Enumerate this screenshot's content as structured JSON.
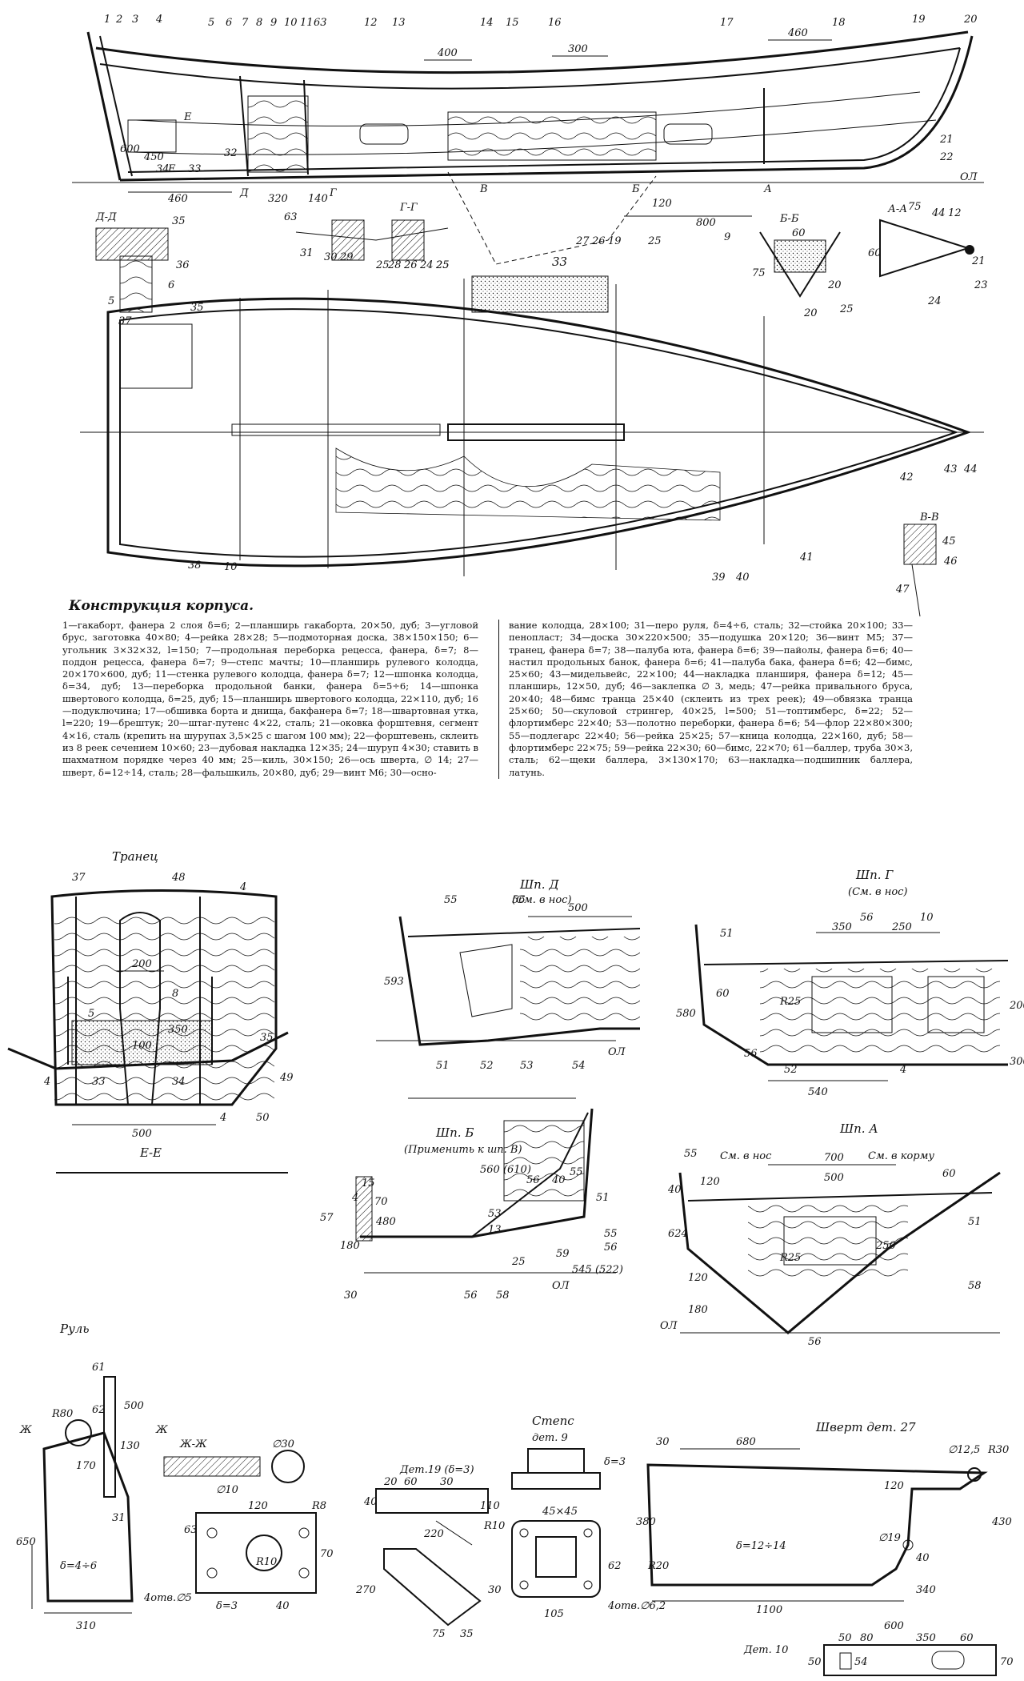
{
  "title": "Конструкция корпуса.",
  "legend": {
    "col1": "1—гакаборт, фанера 2 слоя δ=6; 2—планширь гакаборта, 20×50, дуб; 3—угловой брус, заготовка 40×80; 4—рейка 28×28; 5—подмоторная доска, 38×150×150; 6—угольник 3×32×32, l=150; 7—продольная переборка рецесса, фанера, δ=7; 8—поддон рецесса, фанера δ=7; 9—степс мачты; 10—планширь рулевого колодца, 20×170×600, дуб; 11—стенка рулевого колодца, фанера δ=7; 12—шпонка колодца, δ=34, дуб; 13—переборка продольной банки, фанера δ=5÷6; 14—шпонка швертового колодца, δ=25, дуб; 15—планширь швертового колодца, 22×110, дуб; 16—подуключина; 17—обшивка борта и днища, бакфанера δ=7; 18—швартовная утка, l=220; 19—брештук; 20—штаг-путенс 4×22, сталь; 21—оковка форштевня, сегмент 4×16, сталь (крепить на шурупах 3,5×25 с шагом 100 мм); 22—форштевень, склеить из 8 реек сечением 10×60; 23—дубовая накладка 12×35; 24—шуруп 4×30; ставить в шахматном порядке через 40 мм; 25—киль, 30×150; 26—ось шверта, ∅ 14; 27—шверт, δ=12÷14, сталь; 28—фальшкиль, 20×80, дуб; 29—винт М6; 30—осно-",
    "col2": "вание колодца, 28×100; 31—перо руля, δ=4÷6, сталь; 32—стойка 20×100; 33—пенопласт; 34—доска 30×220×500; 35—подушка 20×120; 36—винт М5; 37—транец, фанера δ=7; 38—палуба юта, фанера δ=6; 39—пайолы, фанера δ=6; 40—настил продольных банок, фанера δ=6; 41—палуба бака, фанера δ=6; 42—бимс, 25×60; 43—мидельвейс, 22×100; 44—накладка планширя, фанера δ=12; 45—планширь, 12×50, дуб; 46—заклепка ∅ 3, медь; 47—рейка привального бруса, 20×40; 48—бимс транца 25×40 (склеить из трех реек); 49—обвязка транца 25×60; 50—скуловой стрингер, 40×25, l=500; 51—топтимберс, δ=22; 52—флортимберс 22×40; 53—полотно переборки, фанера δ=6; 54—флор 22×80×300; 55—подлегарс 22×40; 56—рейка 25×25; 57—кница колодца, 22×160, дуб; 58—флортимберс 22×75; 59—рейка 22×30; 60—бимс, 22×70; 61—баллер, труба 30×3, сталь; 62—щеки баллера, 3×130×170; 63—накладка—подшипник баллера, латунь."
  },
  "views": {
    "tranets": "Транец",
    "sh_d": "Шп. Д",
    "sh_d_sub": "(См. в нос)",
    "sh_g": "Шп. Г",
    "sh_g_sub": "(См. в нос)",
    "e_e": "Е-Е",
    "sh_b": "Шп. Б",
    "sh_b_sub": "(Применить к шп. В)",
    "sh_a": "Шп. А",
    "sh_a_nos": "См. в нос",
    "sh_a_korm": "См. в корму",
    "rul": "Руль",
    "zh_zh": "Ж-Ж",
    "det19": "Дет.19 (δ=3)",
    "steps": "Степс",
    "det9": "дет. 9",
    "shvert": "Шверт дет. 27",
    "det10": "Дет. 10",
    "d_d": "Д-Д",
    "g_g": "Г-Г",
    "b_b": "Б-Б",
    "a_a": "А-А",
    "v_v": "В-В"
  },
  "labels": {
    "ol": "ОЛ",
    "d_top": [
      "400",
      "300",
      "460",
      "600",
      "450",
      "460",
      "320",
      "140",
      "120",
      "800",
      "75",
      "44",
      "12",
      "60",
      "60",
      "20",
      "25",
      "25",
      "20",
      "25",
      "75"
    ],
    "tr": [
      "37",
      "48",
      "4",
      "200",
      "350",
      "100",
      "500",
      "4",
      "49",
      "50"
    ],
    "shd": [
      "55",
      "56",
      "500",
      "593",
      "51",
      "52",
      "53",
      "54"
    ],
    "shg": [
      "56",
      "350",
      "250",
      "10",
      "51",
      "60",
      "R25",
      "580",
      "200",
      "300",
      "540",
      "56",
      "52",
      "4"
    ],
    "ee": [
      "5",
      "8",
      "4",
      "33",
      "34",
      "35"
    ],
    "shb": [
      "560 (610)",
      "55",
      "15",
      "4",
      "70",
      "56",
      "40",
      "51",
      "57",
      "480",
      "53",
      "13",
      "55",
      "56",
      "545 (522)",
      "25",
      "59",
      "180",
      "30",
      "56",
      "58"
    ],
    "sha": [
      "55",
      "700",
      "500",
      "120",
      "60",
      "40",
      "R25",
      "250",
      "624",
      "120",
      "180",
      "51",
      "58",
      "56"
    ],
    "rul": [
      "61",
      "62",
      "R80",
      "Ж",
      "130",
      "170",
      "500",
      "650",
      "31",
      "δ=4÷6",
      "310",
      "∅30",
      "∅10",
      "Ж"
    ],
    "det": [
      "20",
      "60",
      "30",
      "40",
      "110",
      "220",
      "120",
      "R8",
      "63",
      "R10",
      "70",
      "40",
      "4отв.∅5",
      "δ=3",
      "270",
      "75",
      "35",
      "30"
    ],
    "stp": [
      "δ=3",
      "45×45",
      "R10",
      "62",
      "105",
      "4отв.∅6,2"
    ],
    "shv": [
      "30",
      "680",
      "∅12,5",
      "R30",
      "120",
      "380",
      "430",
      "δ=12÷14",
      "R20",
      "∅19",
      "40",
      "1100",
      "340",
      "600"
    ],
    "d10": [
      "50",
      "80",
      "350",
      "60",
      "50",
      "54",
      "70"
    ],
    "top_nums": [
      "1",
      "2",
      "3",
      "4",
      "5",
      "6",
      "7",
      "8",
      "9",
      "10",
      "11",
      "63",
      "12",
      "13",
      "14",
      "15",
      "16",
      "17",
      "18",
      "19",
      "20",
      "21",
      "22",
      "34",
      "33",
      "32",
      "27",
      "26",
      "19",
      "25",
      "9",
      "63",
      "31",
      "30",
      "29",
      "28",
      "26",
      "24",
      "25",
      "35",
      "36",
      "6",
      "5",
      "24",
      "21",
      "23",
      "33",
      "37",
      "35",
      "38",
      "10",
      "39",
      "40",
      "41",
      "42",
      "43",
      "44",
      "45",
      "46",
      "47"
    ],
    "sec_letters": [
      "Д",
      "Г",
      "В",
      "Б",
      "А",
      "Е",
      "Е"
    ]
  }
}
